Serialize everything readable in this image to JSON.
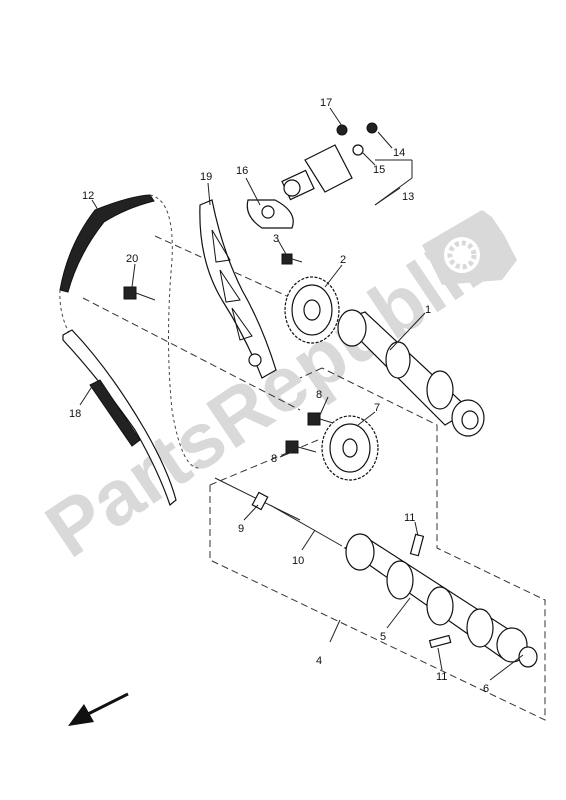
{
  "watermark": {
    "text": "PartsRepublik",
    "icon": "gear-icon",
    "color": "#d9d9d9"
  },
  "labels": {
    "p1": "1",
    "p2": "2",
    "p3": "3",
    "p4": "4",
    "p5": "5",
    "p6": "6",
    "p7": "7",
    "p8a": "8",
    "p8b": "8",
    "p9": "9",
    "p10": "10",
    "p11a": "11",
    "p11b": "11",
    "p12": "12",
    "p13": "13",
    "p14": "14",
    "p15": "15",
    "p16": "16",
    "p17": "17",
    "p18": "18",
    "p19": "19",
    "p20": "20"
  },
  "direction_arrow": "arrow-icon"
}
